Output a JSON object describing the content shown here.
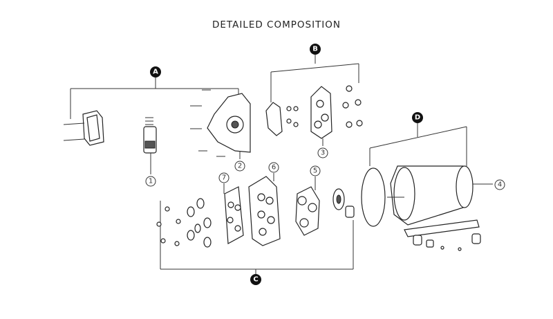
{
  "title": "DETAILED COMPOSITION",
  "groups": [
    {
      "label": "A"
    },
    {
      "label": "B"
    },
    {
      "label": "C"
    },
    {
      "label": "D"
    }
  ],
  "parts": [
    {
      "label": "1"
    },
    {
      "label": "2"
    },
    {
      "label": "3"
    },
    {
      "label": "4"
    },
    {
      "label": "5"
    },
    {
      "label": "6"
    },
    {
      "label": "7"
    }
  ]
}
